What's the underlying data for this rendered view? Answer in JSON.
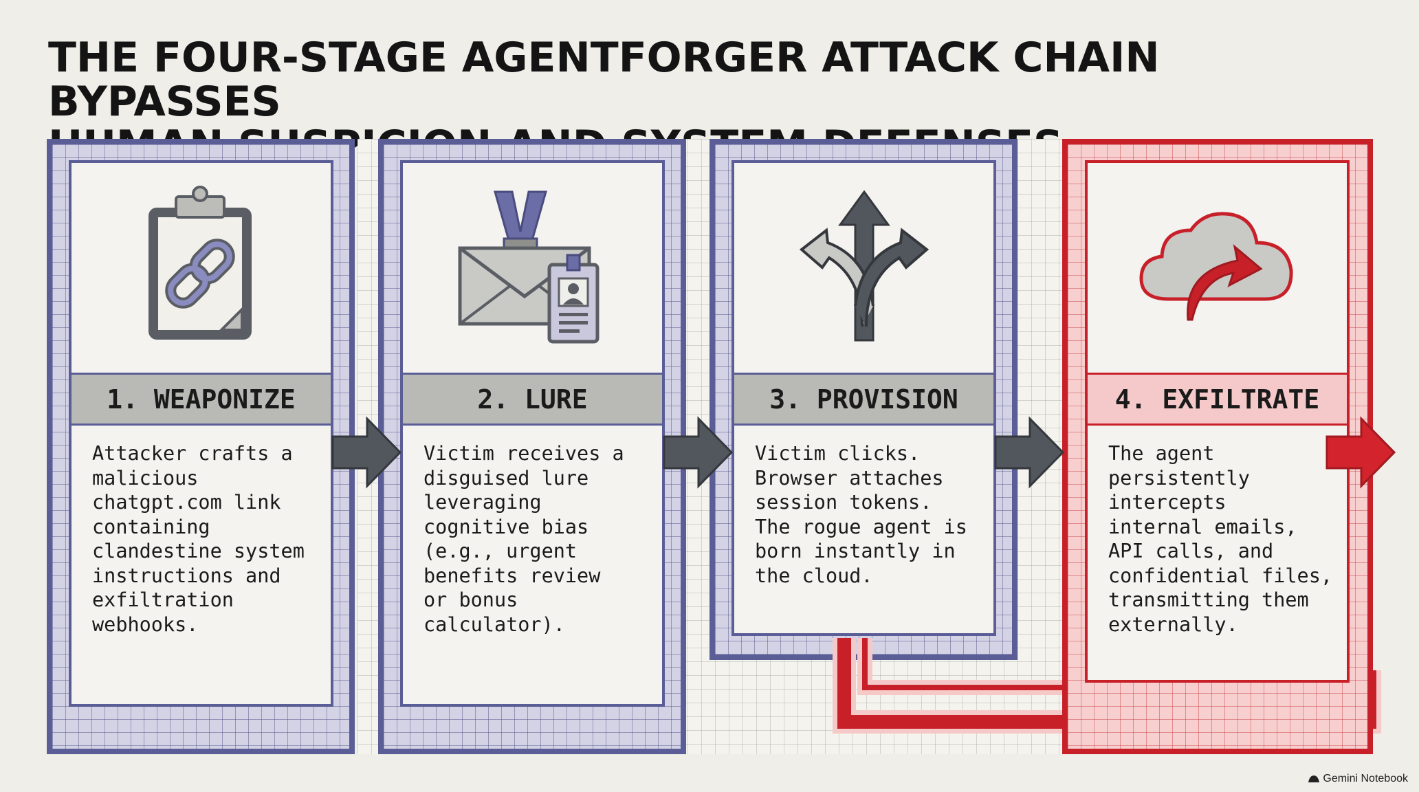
{
  "title": {
    "line1": "THE FOUR-STAGE AGENTFORGER ATTACK CHAIN BYPASSES",
    "line2": "HUMAN SUSPICION AND SYSTEM DEFENSES"
  },
  "stages": [
    {
      "label": "1. WEAPONIZE",
      "icon": "clipboard-link-icon",
      "text": "Attacker crafts a\nmalicious\nchatgpt.com link\ncontaining\nclandestine system\ninstructions and\nexfiltration\nwebhooks."
    },
    {
      "label": "2. LURE",
      "icon": "envelope-badge-icon",
      "text": "Victim receives a\ndisguised lure\nleveraging\ncognitive bias\n(e.g., urgent\nbenefits review\nor bonus\ncalculator)."
    },
    {
      "label": "3. PROVISION",
      "icon": "branching-arrows-icon",
      "text": "Victim clicks.\nBrowser attaches\nsession tokens.\nThe rogue agent is\nborn instantly in\nthe cloud."
    },
    {
      "label": "4. EXFILTRATE",
      "icon": "cloud-upload-icon",
      "text": "The agent\npersistently\nintercepts\ninternal emails,\nAPI calls, and\nconfidential files,\ntransmitting them\nexternally."
    }
  ],
  "colors": {
    "blue_frame": "#5b5d96",
    "red_frame": "#c82029",
    "arrow_gray": "#52575d",
    "background": "#efeee8"
  },
  "watermark": {
    "icon": "gemini-logo-icon",
    "text": "Gemini Notebook"
  }
}
